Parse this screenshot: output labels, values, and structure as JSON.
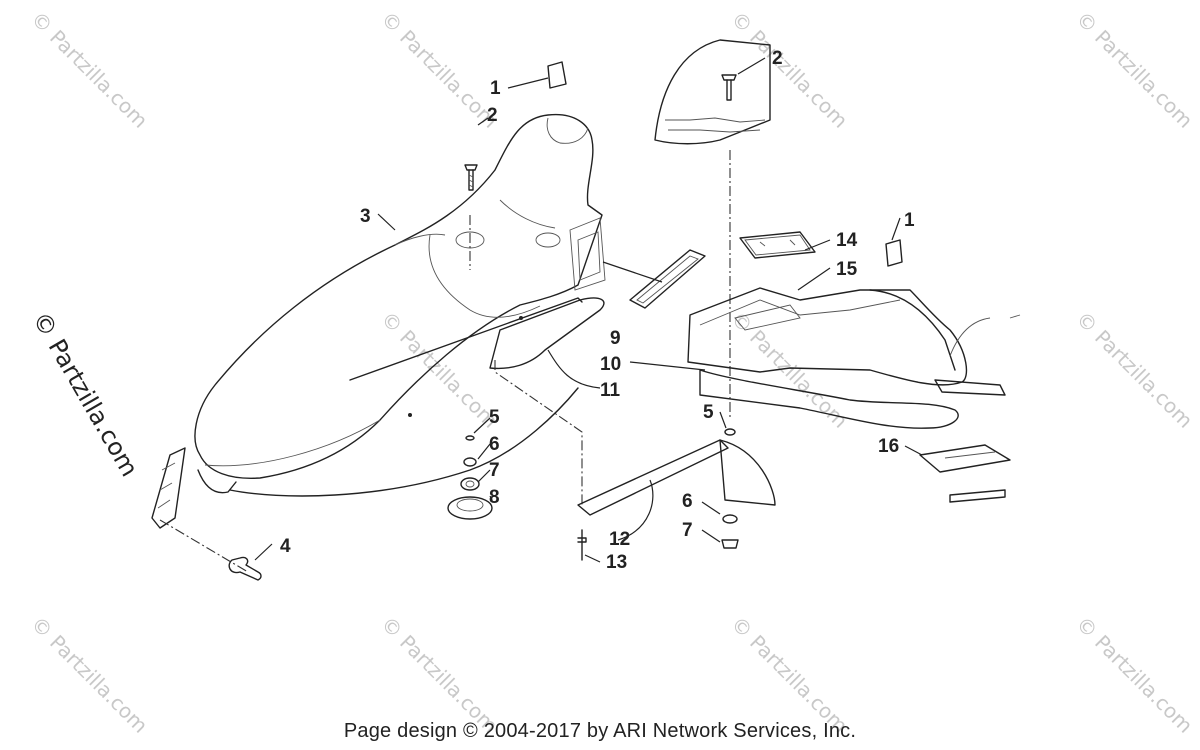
{
  "watermarks": {
    "text": "© Partzilla.com",
    "side_text": "© Partzilla.com"
  },
  "callouts": [
    {
      "id": "c1a",
      "label": "1"
    },
    {
      "id": "c2a",
      "label": "2"
    },
    {
      "id": "c3",
      "label": "3"
    },
    {
      "id": "c4",
      "label": "4"
    },
    {
      "id": "c5a",
      "label": "5"
    },
    {
      "id": "c6a",
      "label": "6"
    },
    {
      "id": "c7a",
      "label": "7"
    },
    {
      "id": "c8",
      "label": "8"
    },
    {
      "id": "c2b",
      "label": "2"
    },
    {
      "id": "c14",
      "label": "14"
    },
    {
      "id": "c15",
      "label": "15"
    },
    {
      "id": "c1b",
      "label": "1"
    },
    {
      "id": "c9",
      "label": "9"
    },
    {
      "id": "c10",
      "label": "10"
    },
    {
      "id": "c11",
      "label": "11"
    },
    {
      "id": "c5b",
      "label": "5"
    },
    {
      "id": "c16",
      "label": "16"
    },
    {
      "id": "c6b",
      "label": "6"
    },
    {
      "id": "c12",
      "label": "12"
    },
    {
      "id": "c7b",
      "label": "7"
    },
    {
      "id": "c13",
      "label": "13"
    }
  ],
  "footer": "Page design © 2004-2017 by ARI Network Services, Inc."
}
